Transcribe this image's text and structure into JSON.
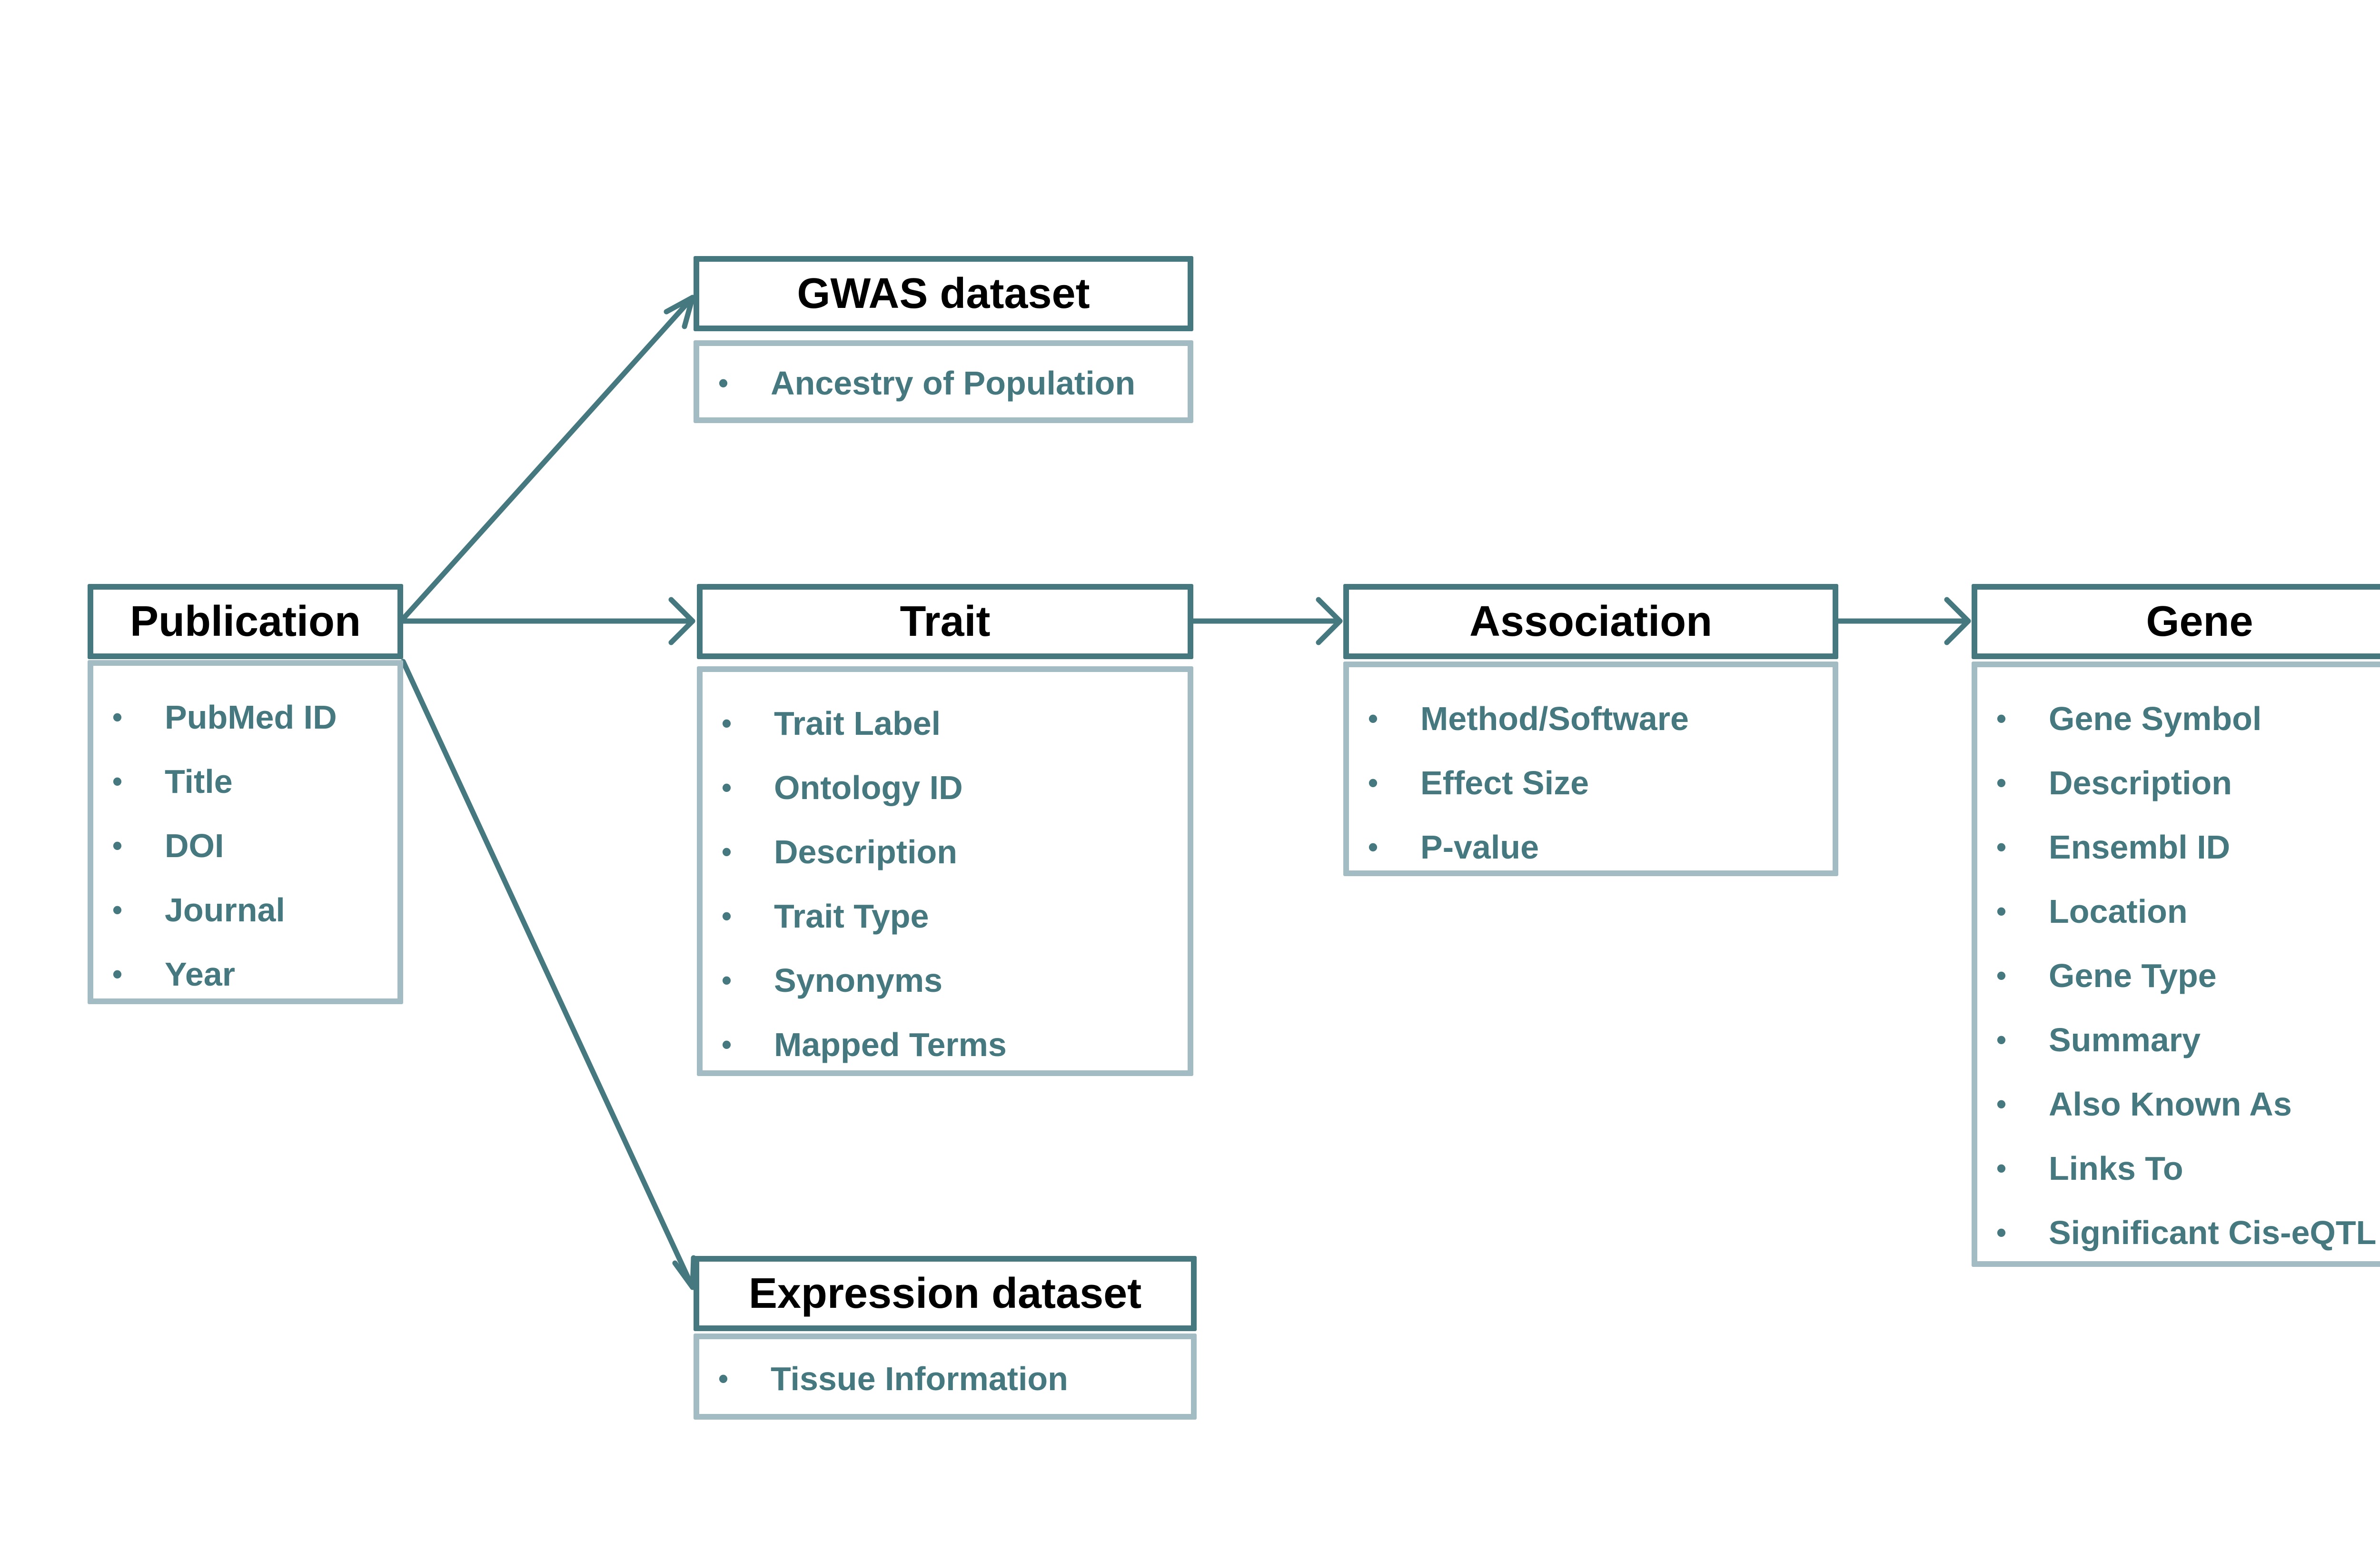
{
  "colors": {
    "header_border": "#467880",
    "body_border": "#a3bcc3",
    "item_text": "#467880",
    "title_text": "#000000",
    "arrow": "#467880"
  },
  "bullet": "•",
  "entities": {
    "publication": {
      "title": "Publication",
      "items": [
        "PubMed ID",
        "Title",
        "DOI",
        "Journal",
        "Year"
      ]
    },
    "gwas": {
      "title": "GWAS dataset",
      "items": [
        "Ancestry of Population"
      ]
    },
    "trait": {
      "title": "Trait",
      "items": [
        "Trait Label",
        "Ontology ID",
        "Description",
        "Trait Type",
        "Synonyms",
        "Mapped Terms"
      ]
    },
    "association": {
      "title": "Association",
      "items": [
        "Method/Software",
        "Effect Size",
        "P-value"
      ]
    },
    "gene": {
      "title": "Gene",
      "items": [
        "Gene Symbol",
        "Description",
        "Ensembl ID",
        "Location",
        "Gene Type",
        "Summary",
        "Also Known As",
        "Links To",
        "Significant Cis-eQTL"
      ]
    },
    "expression": {
      "title": "Expression dataset",
      "items": [
        "Tissue Information"
      ]
    }
  },
  "links": [
    {
      "from": "publication",
      "to": "gwas"
    },
    {
      "from": "publication",
      "to": "trait"
    },
    {
      "from": "publication",
      "to": "expression"
    },
    {
      "from": "trait",
      "to": "association"
    },
    {
      "from": "association",
      "to": "gene"
    }
  ]
}
